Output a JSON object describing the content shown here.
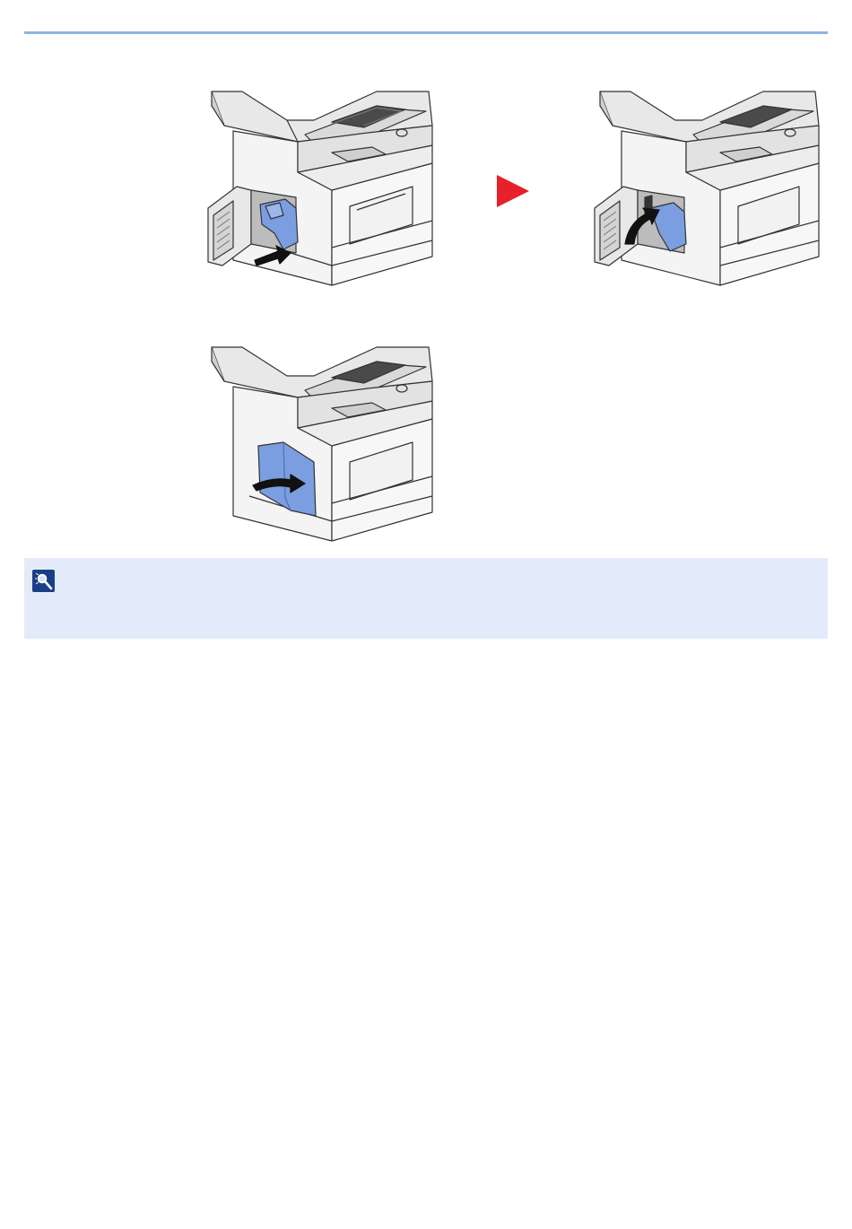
{
  "page": {
    "accent_color": "#8fb4e3",
    "highlight_part_color": "#7a9ee0",
    "step_arrow_color": "#e8202a"
  },
  "illustrations": [
    {
      "name": "insert-container",
      "icon": "printer-toner-door-open-insert-arrow"
    },
    {
      "name": "push-lever",
      "icon": "printer-toner-door-open-curved-arrow"
    },
    {
      "name": "close-cover",
      "icon": "printer-front-cover-close-arrow"
    }
  ],
  "note": {
    "icon": "note-magnifier-icon",
    "text": ""
  }
}
